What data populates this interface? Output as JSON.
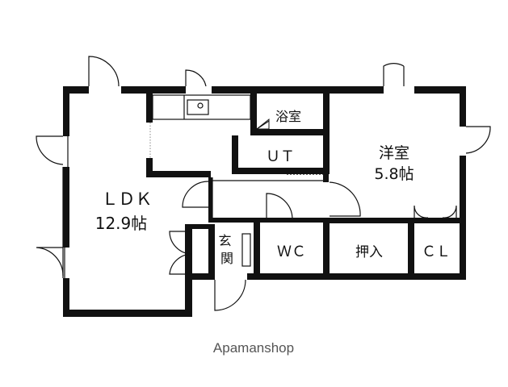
{
  "rooms": {
    "ldk": {
      "name": "ＬＤＫ",
      "size": "12.9帖"
    },
    "western": {
      "name": "洋室",
      "size": "5.8帖"
    },
    "bath": "浴室",
    "utility": "ＵＴ",
    "toilet": "ＷＣ",
    "entrance": "玄\n関",
    "storage": "押入",
    "closet": "ＣＬ"
  },
  "watermark": "Apamanshop"
}
